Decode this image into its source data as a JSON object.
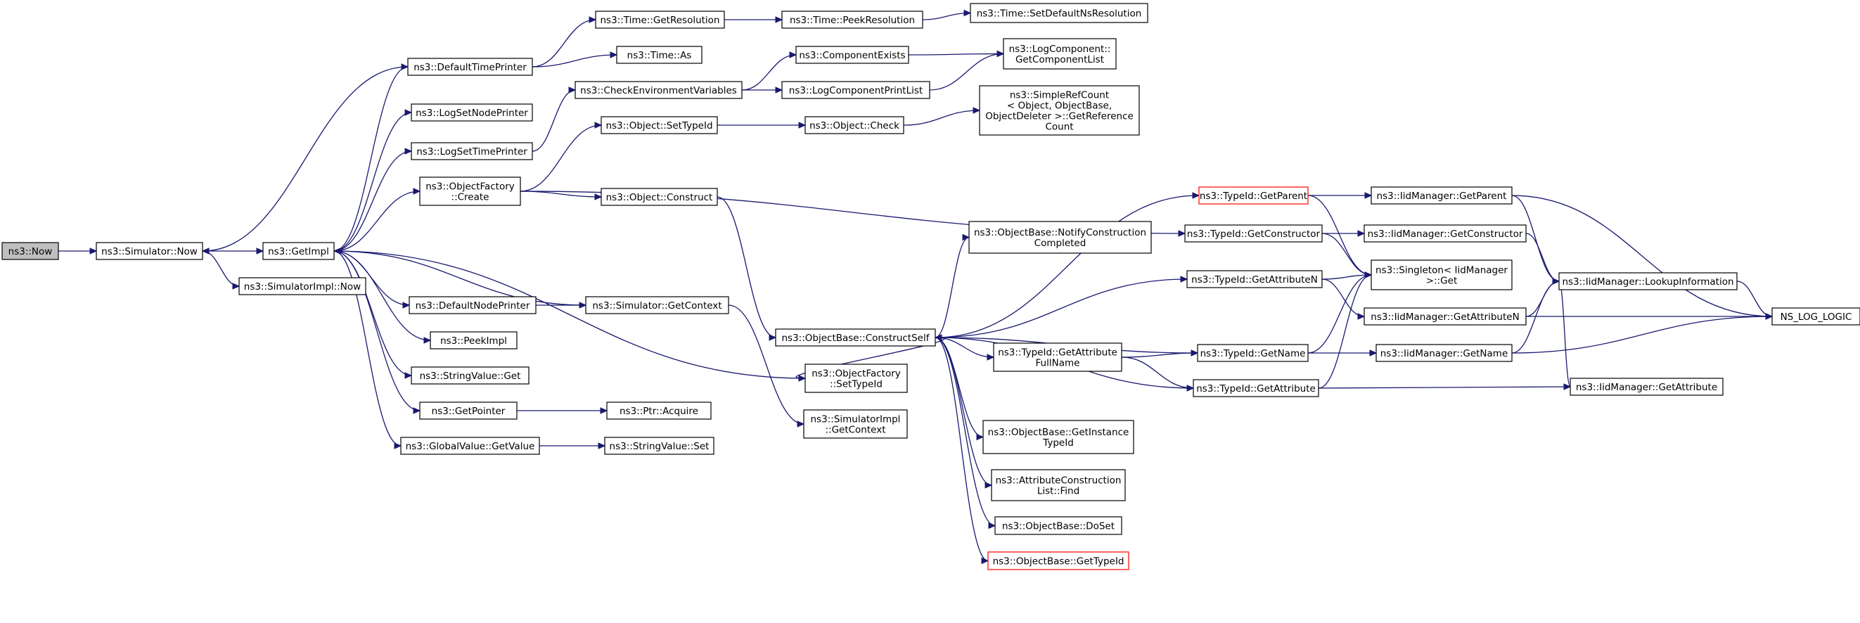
{
  "nodes": {
    "n_now": [
      "ns3::Now"
    ],
    "n_sim_now": [
      "ns3::Simulator::Now"
    ],
    "n_getimpl": [
      "ns3::GetImpl"
    ],
    "n_simimpl_now": [
      "ns3::SimulatorImpl::Now"
    ],
    "n_deftimeprinter": [
      "ns3::DefaultTimePrinter"
    ],
    "n_logsetnodeprinter": [
      "ns3::LogSetNodePrinter"
    ],
    "n_logsettimeprinter": [
      "ns3::LogSetTimePrinter"
    ],
    "n_objfactory_create": [
      "ns3::ObjectFactory",
      "::Create"
    ],
    "n_defnodeprinter": [
      "ns3::DefaultNodePrinter"
    ],
    "n_peekimpl": [
      "ns3::PeekImpl"
    ],
    "n_stringvalue_get": [
      "ns3::StringValue::Get"
    ],
    "n_getpointer": [
      "ns3::GetPointer"
    ],
    "n_globalvalue_getvalue": [
      "ns3::GlobalValue::GetValue"
    ],
    "n_time_getres": [
      "ns3::Time::GetResolution"
    ],
    "n_time_as": [
      "ns3::Time::As"
    ],
    "n_checkenv": [
      "ns3::CheckEnvironmentVariables"
    ],
    "n_obj_settypeid": [
      "ns3::Object::SetTypeId"
    ],
    "n_obj_construct": [
      "ns3::Object::Construct"
    ],
    "n_sim_getcontext": [
      "ns3::Simulator::GetContext"
    ],
    "n_ptr_acquire": [
      "ns3::Ptr::Acquire"
    ],
    "n_stringvalue_set": [
      "ns3::StringValue::Set"
    ],
    "n_time_peekres": [
      "ns3::Time::PeekResolution"
    ],
    "n_compexists": [
      "ns3::ComponentExists"
    ],
    "n_logcompprintlist": [
      "ns3::LogComponentPrintList"
    ],
    "n_obj_check": [
      "ns3::Object::Check"
    ],
    "n_objbase_constructself": [
      "ns3::ObjectBase::ConstructSelf"
    ],
    "n_objfactory_settypeid": [
      "ns3::ObjectFactory",
      "::SetTypeId"
    ],
    "n_simimpl_getcontext": [
      "ns3::SimulatorImpl",
      "::GetContext"
    ],
    "n_time_setdefaultns": [
      "ns3::Time::SetDefaultNsResolution"
    ],
    "n_logcomp_getlist": [
      "ns3::LogComponent::",
      "GetComponentList"
    ],
    "n_simplerefcount": [
      "ns3::SimpleRefCount",
      "< Object, ObjectBase,",
      "ObjectDeleter >::GetReference",
      "Count"
    ],
    "n_objbase_notify": [
      "ns3::ObjectBase::NotifyConstruction",
      "Completed"
    ],
    "n_typeid_getattrfull": [
      "ns3::TypeId::GetAttribute",
      "FullName"
    ],
    "n_objbase_getinst": [
      "ns3::ObjectBase::GetInstance",
      "TypeId"
    ],
    "n_attrconstr_find": [
      "ns3::AttributeConstruction",
      "List::Find"
    ],
    "n_objbase_doset": [
      "ns3::ObjectBase::DoSet"
    ],
    "n_objbase_gettypeid": [
      "ns3::ObjectBase::GetTypeId"
    ],
    "n_typeid_getparent": [
      "ns3::TypeId::GetParent"
    ],
    "n_typeid_getconstructor": [
      "ns3::TypeId::GetConstructor"
    ],
    "n_typeid_getattrn": [
      "ns3::TypeId::GetAttributeN"
    ],
    "n_typeid_getname": [
      "ns3::TypeId::GetName"
    ],
    "n_typeid_getattr": [
      "ns3::TypeId::GetAttribute"
    ],
    "n_iid_getparent": [
      "ns3::IidManager::GetParent"
    ],
    "n_iid_getconstructor": [
      "ns3::IidManager::GetConstructor"
    ],
    "n_singleton_get": [
      "ns3::Singleton< IidManager",
      ">::Get"
    ],
    "n_iid_getattrn": [
      "ns3::IidManager::GetAttributeN"
    ],
    "n_iid_getname": [
      "ns3::IidManager::GetName"
    ],
    "n_iid_getattr": [
      "ns3::IidManager::GetAttribute"
    ],
    "n_iid_lookup": [
      "ns3::IidManager::LookupInformation"
    ],
    "n_ns_log_logic": [
      "NS_LOG_LOGIC"
    ]
  }
}
